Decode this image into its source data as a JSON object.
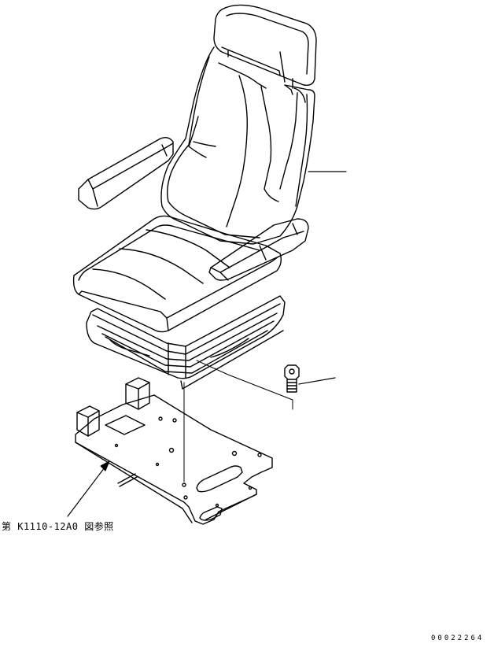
{
  "diagram": {
    "reference_label": "第 K1110-12A0 図参照",
    "drawing_number": "00022264",
    "parts": [
      {
        "id": "seat-assembly",
        "callout": true
      },
      {
        "id": "bolt",
        "callout": true
      },
      {
        "id": "mounting-plate",
        "callout": true
      }
    ]
  }
}
